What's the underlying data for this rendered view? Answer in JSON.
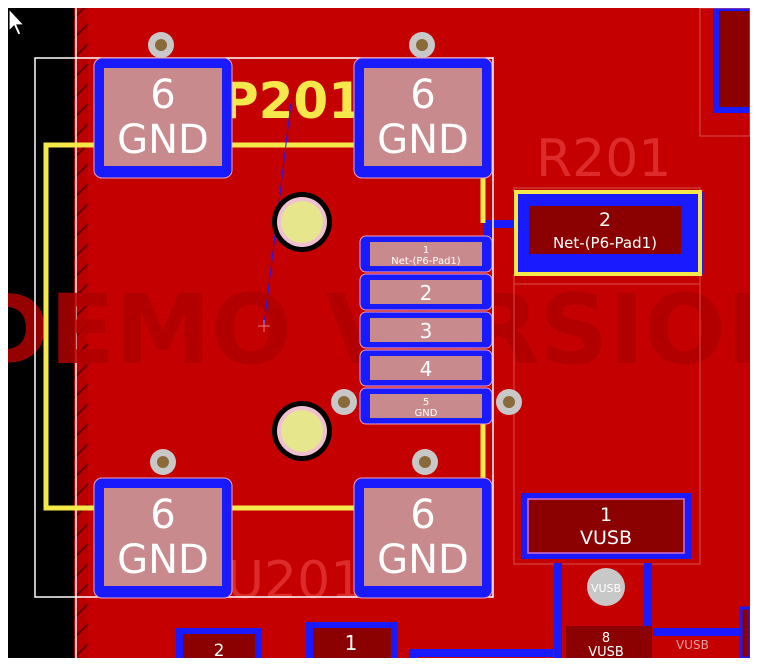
{
  "watermark": "DEMO VERSION",
  "silk": {
    "conn_ref": "P201",
    "res_ref": "R201",
    "bottom_ref": "U201"
  },
  "mount_pads": [
    {
      "num": "6",
      "net": "GND"
    },
    {
      "num": "6",
      "net": "GND"
    },
    {
      "num": "6",
      "net": "GND"
    },
    {
      "num": "6",
      "net": "GND"
    }
  ],
  "usb_pins": [
    {
      "num": "1",
      "net": "Net-(P6-Pad1)"
    },
    {
      "num": "2",
      "net": ""
    },
    {
      "num": "3",
      "net": ""
    },
    {
      "num": "4",
      "net": ""
    },
    {
      "num": "5",
      "net": "GND"
    }
  ],
  "res_pad": {
    "num": "2",
    "net": "Net-(P6-Pad1)"
  },
  "vusb_pad": {
    "num": "1",
    "net": "VUSB"
  },
  "via_label": "VUSB",
  "pad8": {
    "num": "8",
    "net": "VUSB"
  },
  "track_label": "VUSB",
  "bottom_pads": [
    {
      "num": "2"
    },
    {
      "num": "1"
    }
  ],
  "colors": {
    "copper": "#c40000",
    "pad": "#c98a8e",
    "pad_outline": "#1a1aff",
    "silkscreen": "#f5e84a",
    "courtyard": "#ffffff",
    "dark_pad": "#8b0000"
  }
}
